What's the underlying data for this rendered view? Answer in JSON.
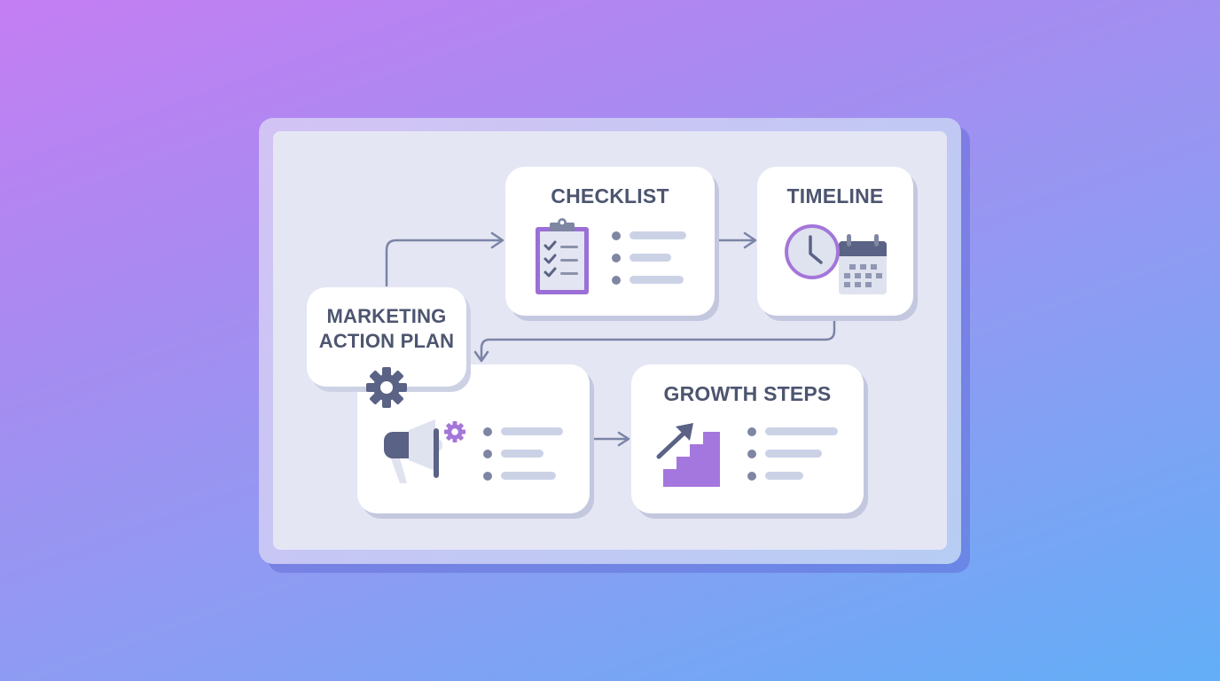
{
  "diagram": {
    "title": "Marketing Action Plan",
    "nodes": [
      {
        "id": "start",
        "label_line1": "MARKETING",
        "label_line2": "ACTION PLAN",
        "icon": "gear-icon"
      },
      {
        "id": "checklist",
        "label": "CHECKLIST",
        "icon": "clipboard-checklist-icon",
        "bullet_count": 3
      },
      {
        "id": "timeline",
        "label": "TIMELINE",
        "icon": "clock-calendar-icon"
      },
      {
        "id": "promotion",
        "label": "",
        "icon": "megaphone-gear-icon",
        "bullet_count": 3
      },
      {
        "id": "growth",
        "label": "GROWTH STEPS",
        "icon": "staircase-arrow-icon",
        "bullet_count": 3
      }
    ],
    "edges": [
      {
        "from": "start",
        "to": "checklist"
      },
      {
        "from": "checklist",
        "to": "timeline"
      },
      {
        "from": "timeline",
        "to": "promotion"
      },
      {
        "from": "promotion",
        "to": "growth"
      }
    ],
    "colors": {
      "accent_purple": "#9b6fd6",
      "slate": "#5a6285",
      "arrow": "#7b84a6",
      "card": "#ffffff",
      "panel": "#e4e6f4"
    }
  }
}
